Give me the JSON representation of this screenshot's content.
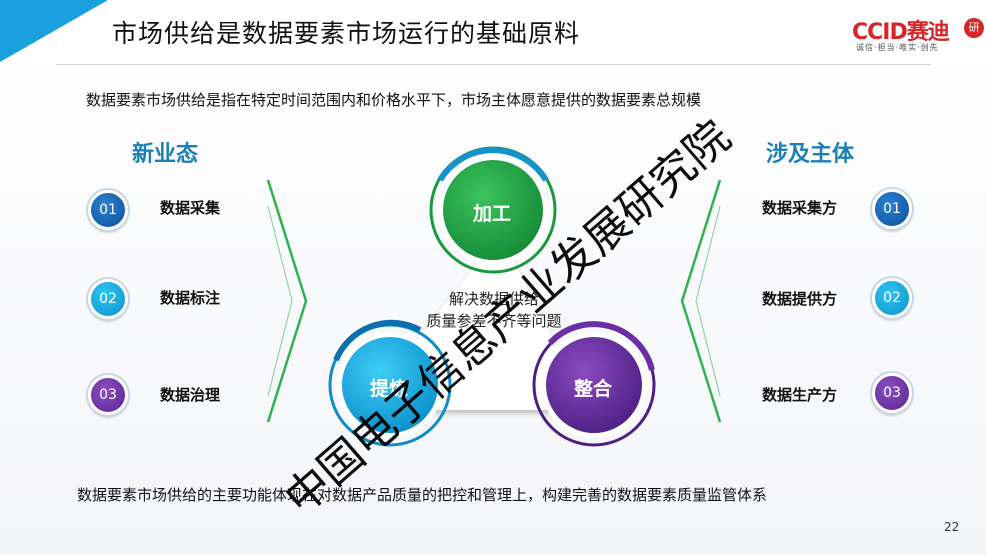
{
  "header": {
    "title": "市场供给是数据要素市场运行的基础原料",
    "logo_text": "CCID赛迪",
    "logo_badge": "研",
    "logo_slogan": "诚信·担当·唯实·创先"
  },
  "subtitle": "数据要素市场供给是指在特定时间范围内和价格水平下，市场主体愿意提供的数据要素总规模",
  "left": {
    "heading": "新业态",
    "items": [
      {
        "num": "01",
        "label": "数据采集"
      },
      {
        "num": "02",
        "label": "数据标注"
      },
      {
        "num": "03",
        "label": "数据治理"
      }
    ]
  },
  "right": {
    "heading": "涉及主体",
    "items": [
      {
        "num": "01",
        "label": "数据采集方"
      },
      {
        "num": "02",
        "label": "数据提供方"
      },
      {
        "num": "03",
        "label": "数据生产方"
      }
    ]
  },
  "diagram": {
    "top": "加工",
    "left": "提炼",
    "right": "整合",
    "center_line1": "解决数据供给",
    "center_line2": "质量参差不齐等问题"
  },
  "footer": "数据要素市场供给的主要功能体现在对数据产品质量的把控和管理上，构建完善的数据要素质量监管体系",
  "page_number": "22",
  "watermark": "中国电子信息产业发展研究院",
  "colors": {
    "accent_blue": "#1aa0dc",
    "heading_blue": "#1a7fb5",
    "green": "#1fa84a",
    "purple": "#5a2590",
    "logo_red": "#d6262a"
  }
}
